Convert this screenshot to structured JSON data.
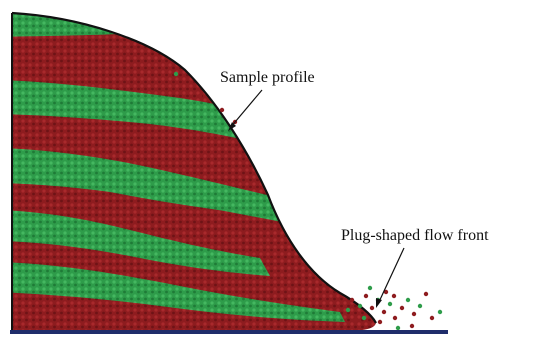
{
  "annotations": {
    "sample_profile": "Sample profile",
    "flow_front": "Plug-shaped flow front"
  },
  "colors": {
    "red_particles": "#8e1c1f",
    "green_particles": "#2e9c4a",
    "outline": "#111111",
    "base": "#1f2d6b",
    "background": "#ffffff"
  },
  "layers": [
    "green",
    "red",
    "green",
    "red",
    "green",
    "red",
    "green",
    "red",
    "green",
    "red"
  ]
}
